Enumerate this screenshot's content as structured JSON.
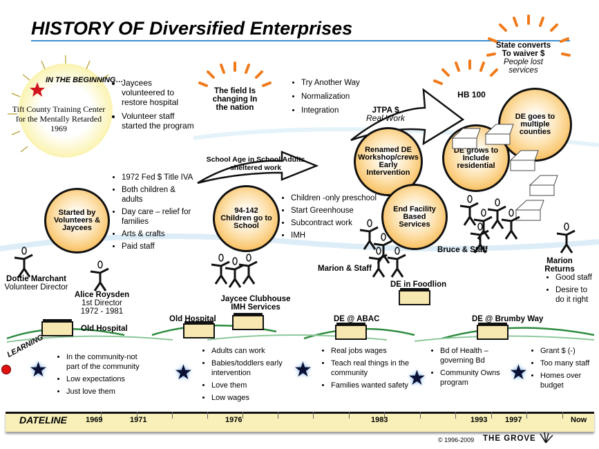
{
  "title": "HISTORY OF Diversified Enterprises",
  "beginning": {
    "heading": "IN THE BEGINNING…",
    "name_line1": "Tift County Training Center",
    "name_line2": "for the Mentally Retarded",
    "year": "1969"
  },
  "beginning_bullets": [
    "Jaycees volunteered to restore hospital",
    "Volunteer staff started the program"
  ],
  "bursts": {
    "field": "The field Is changing In the nation",
    "hb100": "HB 100",
    "state_line1": "State converts To waiver $",
    "state_line2": "People lost services"
  },
  "field_bullets": [
    "Try Another Way",
    "Normalization",
    "Integration"
  ],
  "arrows": {
    "school": "School Age in School Adults sheltered work",
    "jtpa": "JTPA $",
    "jtpa_sub": "Real Work"
  },
  "circles": {
    "started": "Started by Volunteers & Jaycees",
    "law": "94-142 Children go to School",
    "renamed": "Renamed DE Workshop/crews Early Intervention",
    "end_facility": "End Facility Based Services",
    "grows": "DE grows to Include residential",
    "multiple": "DE goes to multiple counties"
  },
  "bullets_1972": [
    "1972 Fed $ Title IVA",
    "Both children & adults",
    "Day care – relief for families",
    "Arts & crafts",
    "Paid staff"
  ],
  "bullets_1976": [
    "Children -only preschool",
    "Start Greenhouse",
    "Subcontract work",
    "IMH"
  ],
  "people": {
    "dottie_name": "Dottie Marchant",
    "dottie_role": "Volunteer Director",
    "alice_name": "Alice Roysden",
    "alice_role": "1st Director",
    "alice_years": "1972 - 1981",
    "marion_staff": "Marion & Staff",
    "bruce_staff": "Bruce & Staff",
    "marion_returns": "Marion Returns"
  },
  "marion_bullets": [
    "Good staff",
    "Desire to do it right"
  ],
  "places": {
    "old_hospital1": "Old Hospital",
    "old_hospital2": "Old Hospital",
    "jaycee": "Jaycee Clubhouse IMH Services",
    "abac": "DE @  ABAC",
    "foodlion": "DE in Foodlion",
    "brumby": "DE @ Brumby Way"
  },
  "learning": {
    "label": "LEARNING",
    "groups": [
      [
        "In the community-not part of the community",
        "Low expectations",
        "Just love them"
      ],
      [
        "Adults can work",
        "Babies/toddlers early intervention",
        "Love them",
        "Low wages"
      ],
      [
        "Real jobs wages",
        "Teach real things in the community",
        "Families wanted safety"
      ],
      [
        "Bd of Health – governing Bd",
        "Community Owns program"
      ],
      [
        "Grant $ (-)",
        "Too many staff",
        "Homes over budget"
      ]
    ]
  },
  "dateline": {
    "label": "DATELINE",
    "years": [
      "1969",
      "1971",
      "1976",
      "1983",
      "1993",
      "1997",
      "Now"
    ]
  },
  "footer": {
    "copyright": "© 1996-2009",
    "brand": "THE GROVE"
  },
  "colors": {
    "accent_blue": "#3a8fd0",
    "circle_orange": "#f5a623",
    "burst_orange": "#f07a1a",
    "dateline_yellow": "#f8f0b8",
    "learning_red": "#e01010"
  }
}
